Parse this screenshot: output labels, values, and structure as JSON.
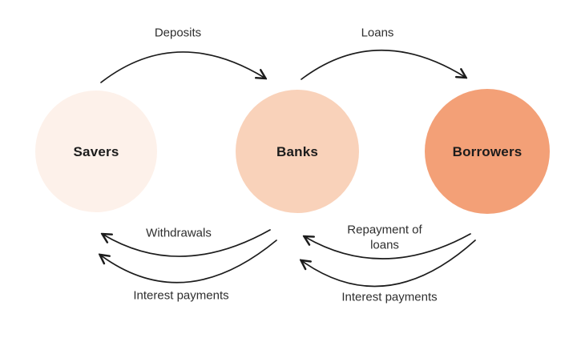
{
  "diagram": {
    "nodes": [
      {
        "id": "savers",
        "label": "Savers",
        "color": "#fdf1ea"
      },
      {
        "id": "banks",
        "label": "Banks",
        "color": "#f9d2ba"
      },
      {
        "id": "borrowers",
        "label": "Borrowers",
        "color": "#f3a077"
      }
    ],
    "flows": {
      "deposits": "Deposits",
      "loans": "Loans",
      "withdrawals": "Withdrawals",
      "interest_payments_savers": "Interest payments",
      "repayment_of_loans": "Repayment of loans",
      "interest_payments_banks": "Interest payments"
    },
    "arrow_color": "#1c1c1c"
  }
}
